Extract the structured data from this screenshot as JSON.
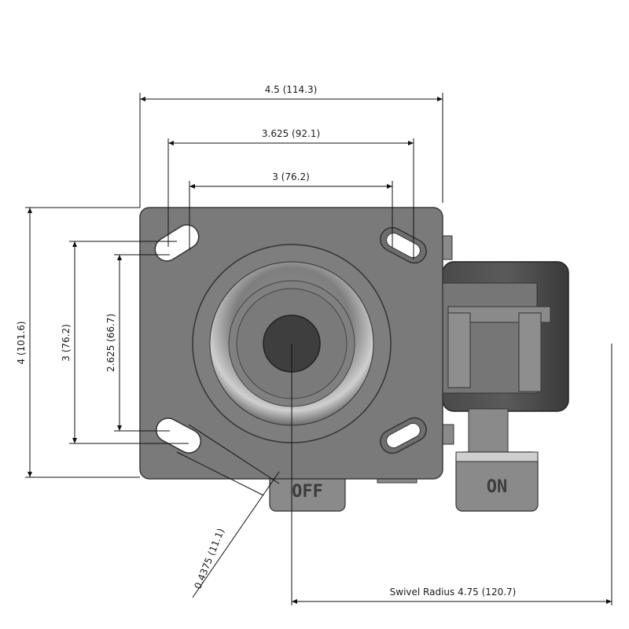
{
  "dimensions": {
    "overall_width": "4.5 (114.3)",
    "bolt_spacing_outer": "3.625 (92.1)",
    "bolt_spacing_inner": "3 (76.2)",
    "overall_height": "4 (101.6)",
    "vertical_bolt_outer": "3 (76.2)",
    "vertical_bolt_inner": "2.625 (66.7)",
    "bolt_hole_size": "0.4375 (11.1)",
    "swivel_radius": "Swivel Radius 4.75 (120.7)"
  },
  "brake_labels": {
    "off": "OFF",
    "on": "ON"
  },
  "colors": {
    "plate": "#7a7a7a",
    "plate_edge": "#3a3a3a",
    "dimension_line": "#111111",
    "background": "#ffffff"
  }
}
